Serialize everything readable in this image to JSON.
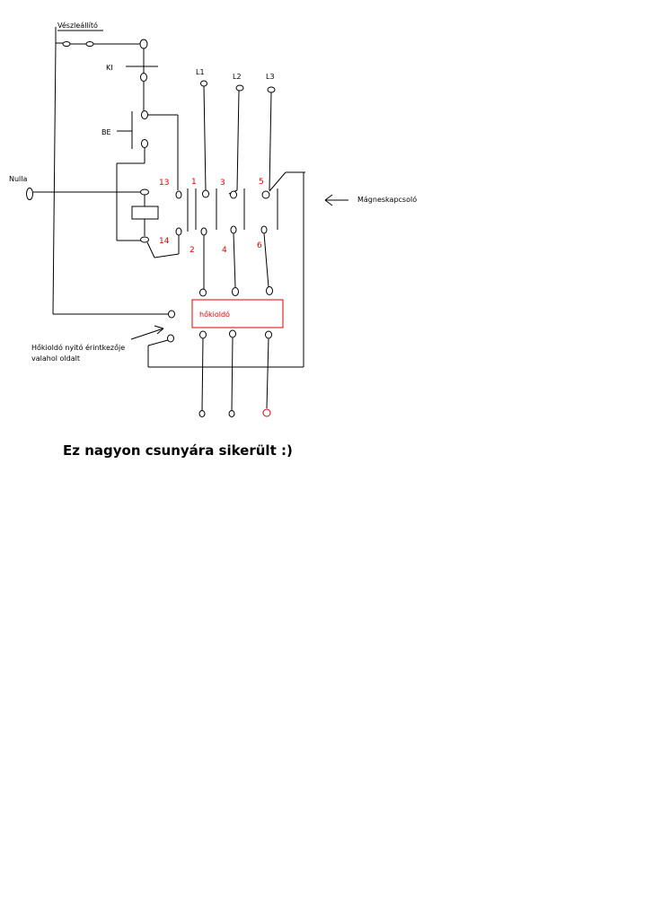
{
  "labels": {
    "emergency_stop": "Vészleállító",
    "off": "KI",
    "on": "BE",
    "neutral": "Nulla",
    "l1": "L1",
    "l2": "L2",
    "l3": "L3",
    "contactor": "Mágneskapcsoló",
    "overload_contact_note_line1": "Hőkioldó nyitó érintkezője",
    "overload_contact_note_line2": "valahol oldalt",
    "overload_relay": "hőkioldó"
  },
  "terminal_numbers": {
    "aux_top": "13",
    "aux_bottom": "14",
    "t1": "1",
    "t2": "2",
    "t3": "3",
    "t4": "4",
    "t5": "5",
    "t6": "6"
  },
  "caption": "Ez nagyon csunyára sikerült :)",
  "colors": {
    "wire": "#000000",
    "terminal_numbers": "#e00000",
    "overload_box": "#e00000"
  }
}
